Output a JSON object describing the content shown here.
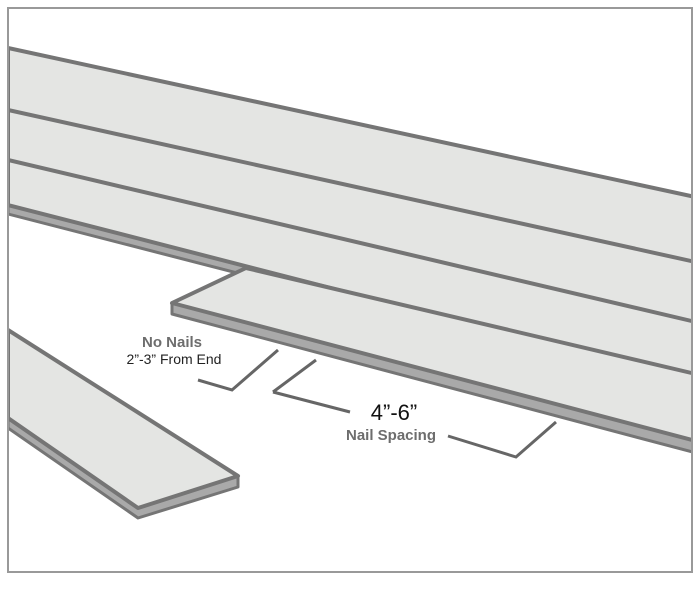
{
  "labels": {
    "no_nails_title": "No Nails",
    "no_nails_detail": "2”-3” From End",
    "spacing_value": "4”-6”",
    "spacing_title": "Nail Spacing"
  },
  "colors": {
    "board_top": "#e4e5e3",
    "board_edge": "#a9a9a9",
    "outline": "#757575",
    "frame": "#999999"
  }
}
